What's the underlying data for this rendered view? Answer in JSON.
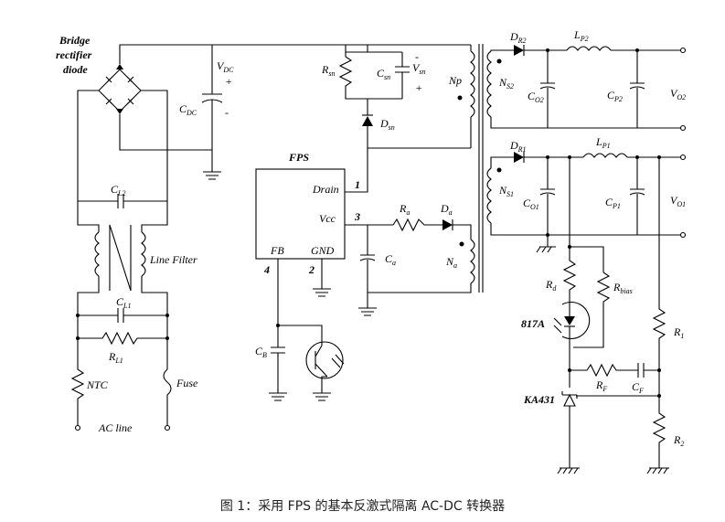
{
  "caption": "图 1：采用 FPS 的基本反激式隔离 AC-DC 转换器",
  "labels": {
    "bridge_line1": "Bridge",
    "bridge_line2": "rectifier",
    "bridge_line3": "diode",
    "vdc": "V",
    "vdc_sub": "DC",
    "cdc": "C",
    "cdc_sub": "DC",
    "rsn": "R",
    "rsn_sub": "sn",
    "csn": "C",
    "csn_sub": "sn",
    "vsn": "V",
    "vsn_sub": "sn",
    "plus": "+",
    "minus": "-",
    "dsn": "D",
    "dsn_sub": "sn",
    "np": "Np",
    "fps": "FPS",
    "drain": "Drain",
    "vcc": "Vcc",
    "fb": "FB",
    "gnd": "GND",
    "pin1": "1",
    "pin2": "2",
    "pin3": "3",
    "pin4": "4",
    "ra": "R",
    "ra_sub": "a",
    "da": "D",
    "da_sub": "a",
    "ca": "C",
    "ca_sub": "a",
    "na": "N",
    "na_sub": "a",
    "cl2": "C",
    "cl2_sub": "L2",
    "line_filter": "Line Filter",
    "cl1": "C",
    "cl1_sub": "L1",
    "rl1": "R",
    "rl1_sub": "L1",
    "ntc": "NTC",
    "fuse": "Fuse",
    "ac_line": "AC line",
    "cb": "C",
    "cb_sub": "B",
    "dr2": "D",
    "dr2_sub": "R2",
    "lp2": "L",
    "lp2_sub": "P2",
    "ns2": "N",
    "ns2_sub": "S2",
    "co2": "C",
    "co2_sub": "O2",
    "cp2": "C",
    "cp2_sub": "P2",
    "vo2": "V",
    "vo2_sub": "O2",
    "dr1": "D",
    "dr1_sub": "R1",
    "lp1": "L",
    "lp1_sub": "P1",
    "ns1": "N",
    "ns1_sub": "S1",
    "co1": "C",
    "co1_sub": "O1",
    "cp1": "C",
    "cp1_sub": "P1",
    "vo1": "V",
    "vo1_sub": "O1",
    "rd": "R",
    "rd_sub": "d",
    "rbias": "R",
    "rbias_sub": "bias",
    "opto": "817A",
    "r1": "R",
    "r1_sub": "1",
    "rf": "R",
    "rf_sub": "F",
    "cf": "C",
    "cf_sub": "F",
    "ka431": "KA431",
    "r2": "R",
    "r2_sub": "2"
  }
}
